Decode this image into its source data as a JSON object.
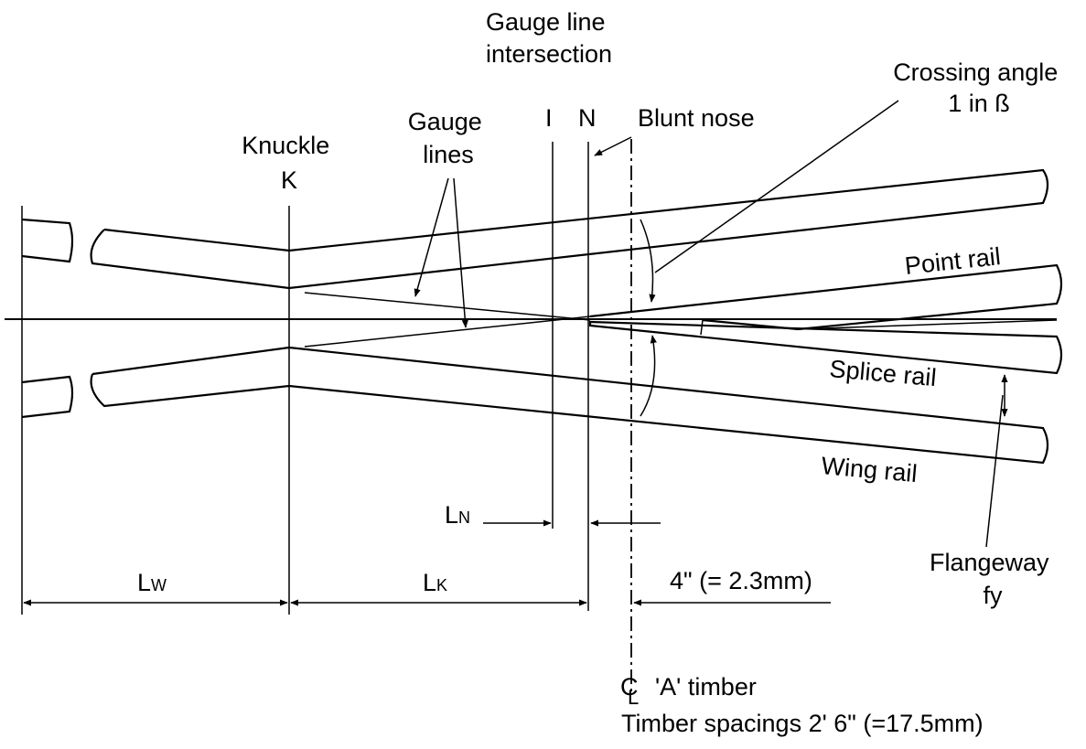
{
  "labels": {
    "gauge_line_intersection": [
      "Gauge line",
      "intersection"
    ],
    "crossing_angle": [
      "Crossing angle",
      "1 in ß"
    ],
    "gauge_lines": [
      "Gauge",
      "lines"
    ],
    "knuckle": [
      "Knuckle",
      "K"
    ],
    "point_i": "I",
    "point_n": "N",
    "blunt_nose": "Blunt nose",
    "point_rail": "Point rail",
    "splice_rail": "Splice rail",
    "wing_rail": "Wing rail",
    "flangeway": [
      "Flangeway",
      "fy"
    ],
    "ln": {
      "main": "L",
      "sub": "N"
    },
    "lw": {
      "main": "L",
      "sub": "W"
    },
    "lk": {
      "main": "L",
      "sub": "K"
    },
    "four_inch": "4\" (= 2.3mm)",
    "cl_symbol": "C",
    "cl_sub": "L",
    "a_timber": "'A' timber",
    "timber_spacings": "Timber spacings 2' 6\" (=17.5mm)"
  }
}
